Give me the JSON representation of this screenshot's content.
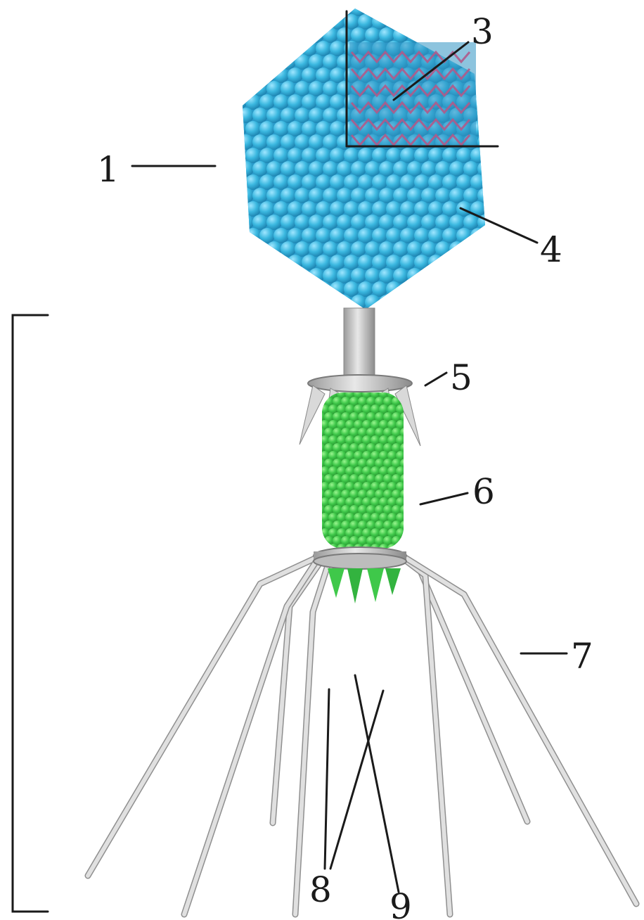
{
  "colors": {
    "capsid": "#3bb8e0",
    "capsid_shadow": "#1f86b3",
    "nucleic_acid": "#b05a8a",
    "collar": "#c9c9c9",
    "sheath": "#3fc84a",
    "sheath_shadow": "#2a9a32",
    "fibers": "#cfcfcf",
    "fiber_edge": "#8f8f8f",
    "ink": "#1a1a1a"
  },
  "labels": {
    "l1": "1",
    "l3": "3",
    "l4": "4",
    "l5": "5",
    "l6": "6",
    "l7": "7",
    "l8": "8",
    "l9": "9"
  }
}
